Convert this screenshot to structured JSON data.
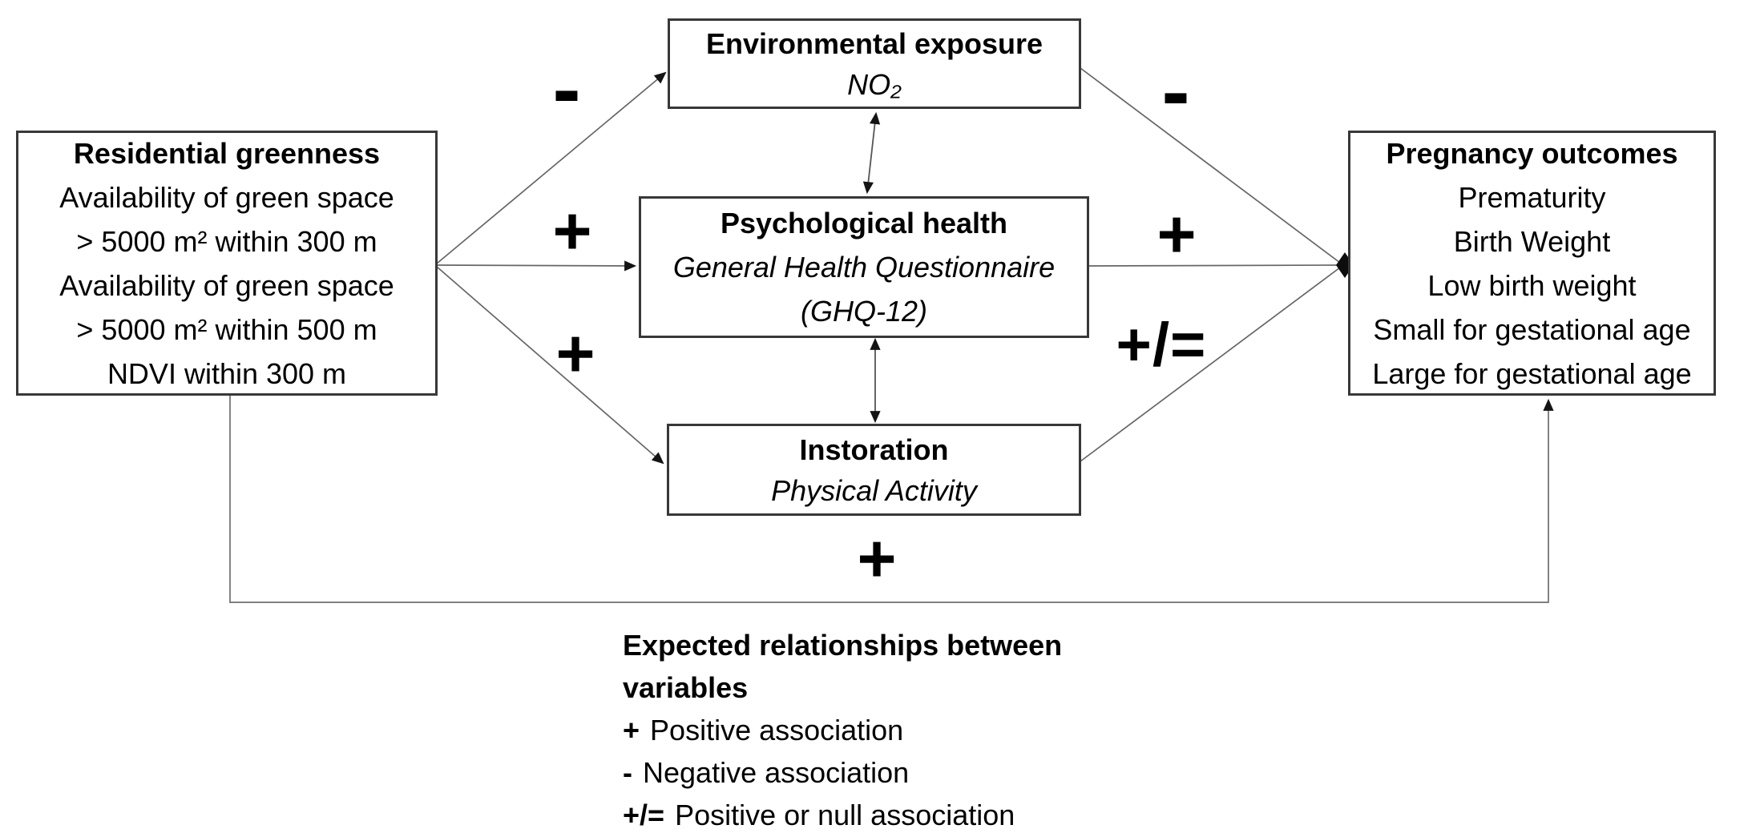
{
  "boxes": {
    "greenness": {
      "title": "Residential greenness",
      "lines": [
        "Availability of green space",
        "> 5000 m² within 300 m",
        "Availability of green space",
        "> 5000 m² within 500 m",
        "NDVI within 300 m"
      ]
    },
    "environment": {
      "title": "Environmental exposure",
      "subtitle": "NO₂"
    },
    "psychological": {
      "title": "Psychological health",
      "subtitle_line1": "General Health Questionnaire",
      "subtitle_line2": "(GHQ-12)"
    },
    "instoration": {
      "title": "Instoration",
      "subtitle": "Physical Activity"
    },
    "outcomes": {
      "title": "Pregnancy outcomes",
      "lines": [
        "Prematurity",
        "Birth Weight",
        "Low birth weight",
        "Small for gestational age",
        "Large for gestational age"
      ]
    }
  },
  "edge_labels": {
    "greenness_environment": "-",
    "greenness_psychological": "+",
    "greenness_instoration": "+",
    "environment_outcomes": "-",
    "psychological_outcomes": "+",
    "instoration_outcomes": "+/=",
    "greenness_outcomes_direct": "+"
  },
  "legend": {
    "title_line1": "Expected relationships between",
    "title_line2": "variables",
    "items": [
      {
        "symbol": "+",
        "text": "Positive association"
      },
      {
        "symbol": "-",
        "text": "Negative association"
      },
      {
        "symbol": "+/=",
        "text": "Positive or null association"
      }
    ]
  },
  "colors": {
    "background": "#ffffff",
    "box_border": "#383838",
    "edge_line": "#666666",
    "text": "#000000"
  }
}
